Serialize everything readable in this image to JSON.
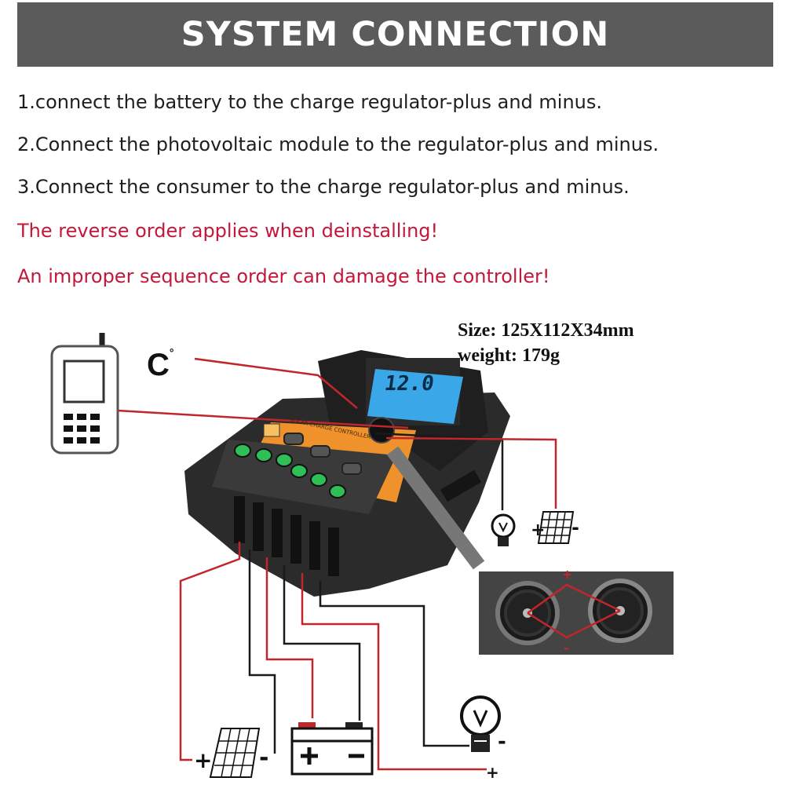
{
  "header": {
    "title": "SYSTEM CONNECTION"
  },
  "steps": [
    "1.connect the battery to the charge regulator-plus and minus.",
    "2.Connect the photovoltaic module to the regulator-plus and minus.",
    "3.Connect the consumer to the charge regulator-plus and minus."
  ],
  "warnings": [
    "The reverse order applies when deinstalling!",
    "An improper sequence order can damage the controller!"
  ],
  "specs": {
    "size": "Size:  125X112X34mm",
    "weight": "weight:  179g"
  },
  "diagram": {
    "temperature_label": "C",
    "temperature_degree": "°",
    "lcd_reading": "12.0",
    "panel_label": "SOLAR CHARGE CONTROLLER",
    "plus": "+",
    "minus": "-",
    "icons": [
      "phone-icon",
      "solar-panel-icon",
      "battery-icon",
      "light-bulb-icon",
      "charge-controller-icon"
    ],
    "colors": {
      "wire_red": "#c0262c",
      "wire_black": "#1a1a1a",
      "panel_orange": "#f0922b",
      "lcd_blue": "#3aa8e8",
      "terminal_green": "#2fbf57",
      "header_gray": "#5b5b5b",
      "warning_red": "#c4183a"
    }
  }
}
